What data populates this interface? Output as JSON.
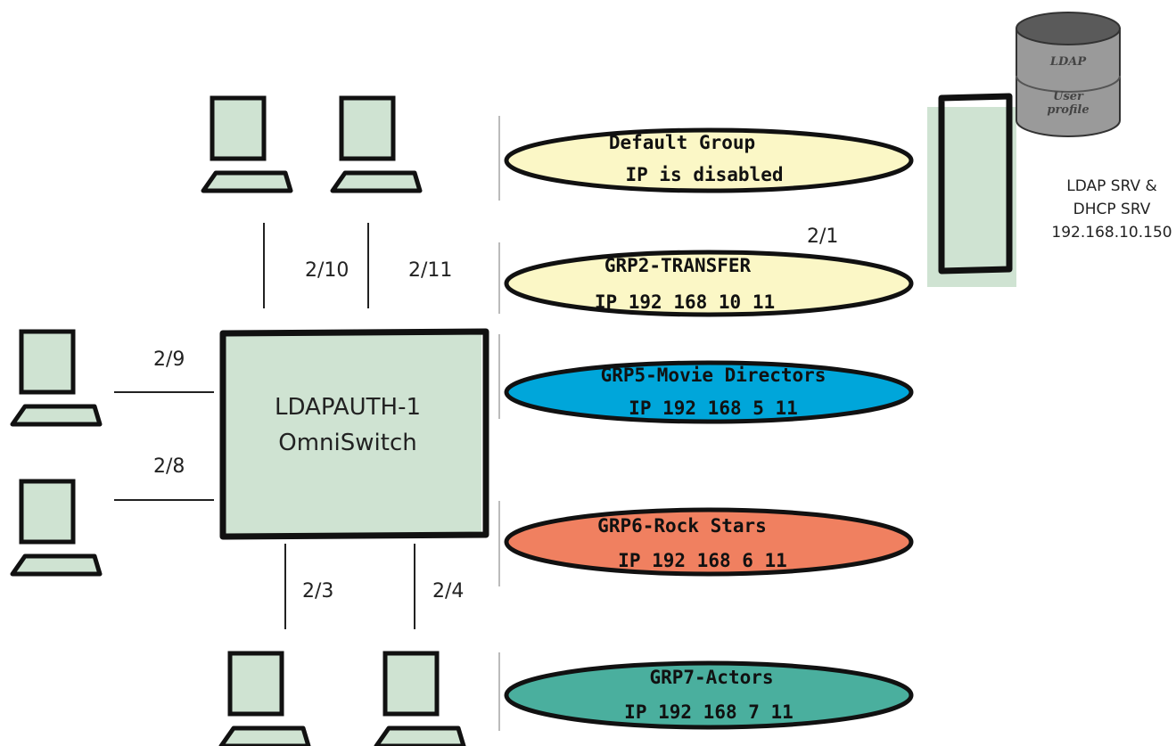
{
  "switch": {
    "name": "LDAPAUTH-1",
    "model": "OmniSwitch"
  },
  "ports": {
    "p2_10": "2/10",
    "p2_11": "2/11",
    "p2_9": "2/9",
    "p2_8": "2/8",
    "p2_3": "2/3",
    "p2_4": "2/4",
    "p2_1": "2/1"
  },
  "groups": [
    {
      "name": "Default Group",
      "ip": "IP is disabled",
      "color": "#fbf7c6"
    },
    {
      "name": "GRP2-TRANSFER",
      "ip": "IP 192 168 10 11",
      "color": "#fbf7c6"
    },
    {
      "name": "GRP5-Movie Directors",
      "ip": "IP 192 168 5 11",
      "color": "#00a6da"
    },
    {
      "name": "GRP6-Rock Stars",
      "ip": "IP 192 168 6 11",
      "color": "#f08060"
    },
    {
      "name": "GRP7-Actors",
      "ip": "IP 192 168 7 11",
      "color": "#4aaf9e"
    }
  ],
  "server": {
    "label_line1": "LDAP SRV &",
    "label_line2": "DHCP SRV",
    "ip": "192.168.10.150",
    "db_label": "LDAP",
    "db_sublabel1": "User",
    "db_sublabel2": "profile"
  },
  "colors": {
    "device_fill": "#cfe3d2",
    "outline": "#111111"
  }
}
